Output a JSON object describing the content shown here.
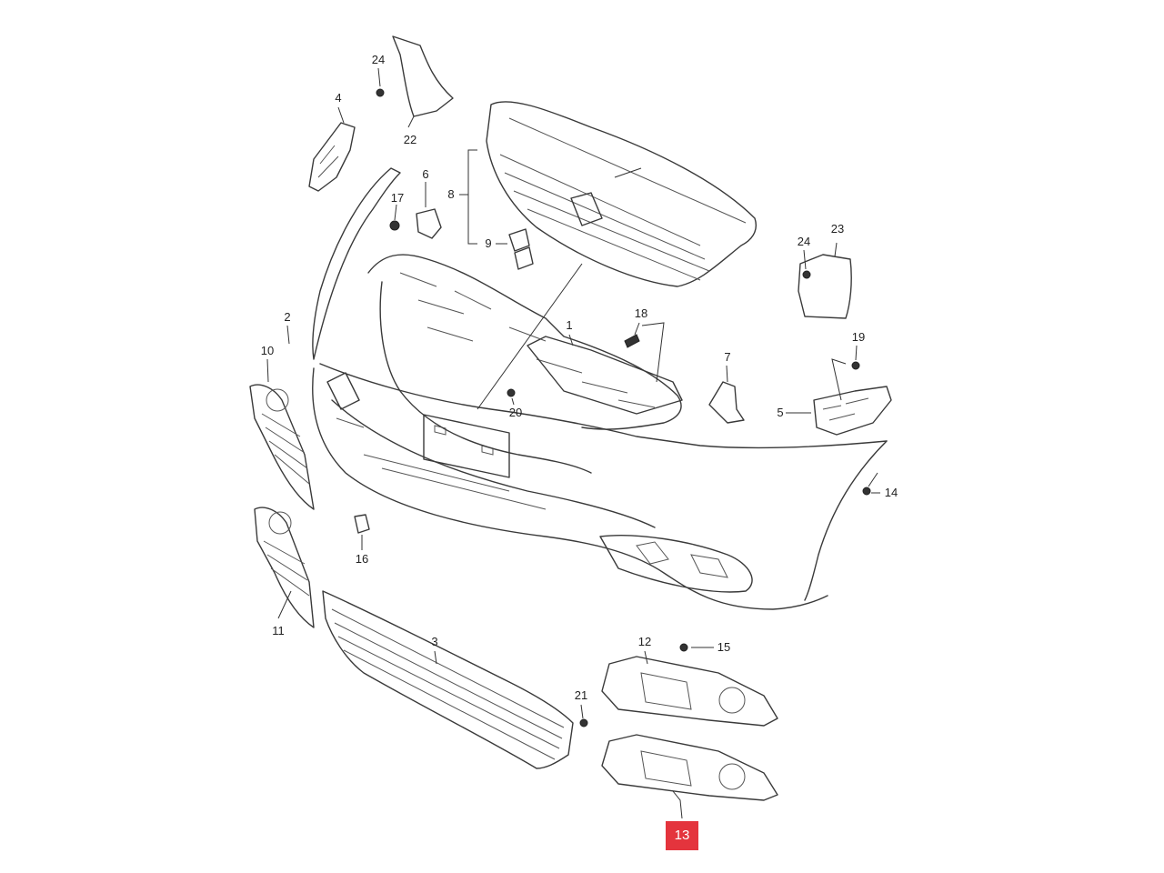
{
  "labels": {
    "p1": "1",
    "p2": "2",
    "p3": "3",
    "p4": "4",
    "p5": "5",
    "p6": "6",
    "p7": "7",
    "p8": "8",
    "p9": "9",
    "p10": "10",
    "p11": "11",
    "p12": "12",
    "p13": "13",
    "p14": "14",
    "p15": "15",
    "p16": "16",
    "p17": "17",
    "p18": "18",
    "p19": "19",
    "p20": "20",
    "p21": "21",
    "p22": "22",
    "p23": "23",
    "p24a": "24",
    "p24b": "24"
  },
  "highlight": {
    "part": "13",
    "color": "#e4343d"
  }
}
